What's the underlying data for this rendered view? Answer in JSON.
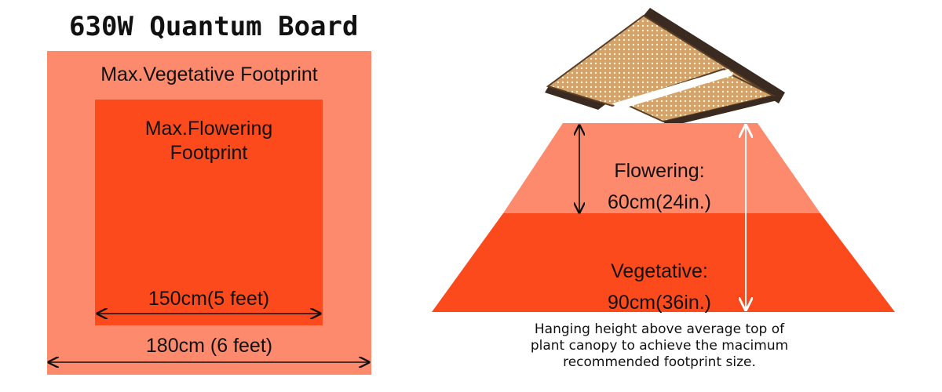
{
  "title": "630W Quantum Board",
  "colors": {
    "vegetative_zone": "#fd8a6c",
    "flowering_zone": "#fd4a1c",
    "board_frame": "#3b2a1f",
    "board_panel": "#d9b27e",
    "arrow": "#111111"
  },
  "footprint": {
    "vegetative_label": "Max.Vegetative Footprint",
    "flowering_label_line1": "Max.Flowering",
    "flowering_label_line2": "Footprint",
    "flowering_width": "150cm(5 feet)",
    "vegetative_width": "180cm (6 feet)"
  },
  "hanging": {
    "flowering_label": "Flowering:",
    "flowering_height": "60cm(24in.)",
    "vegetative_label": "Vegetative:",
    "vegetative_height": "90cm(36in.)",
    "caption_line1": "Hanging height above average top of",
    "caption_line2": "plant canopy to achieve the macimum",
    "caption_line3": "recommended footprint size."
  }
}
